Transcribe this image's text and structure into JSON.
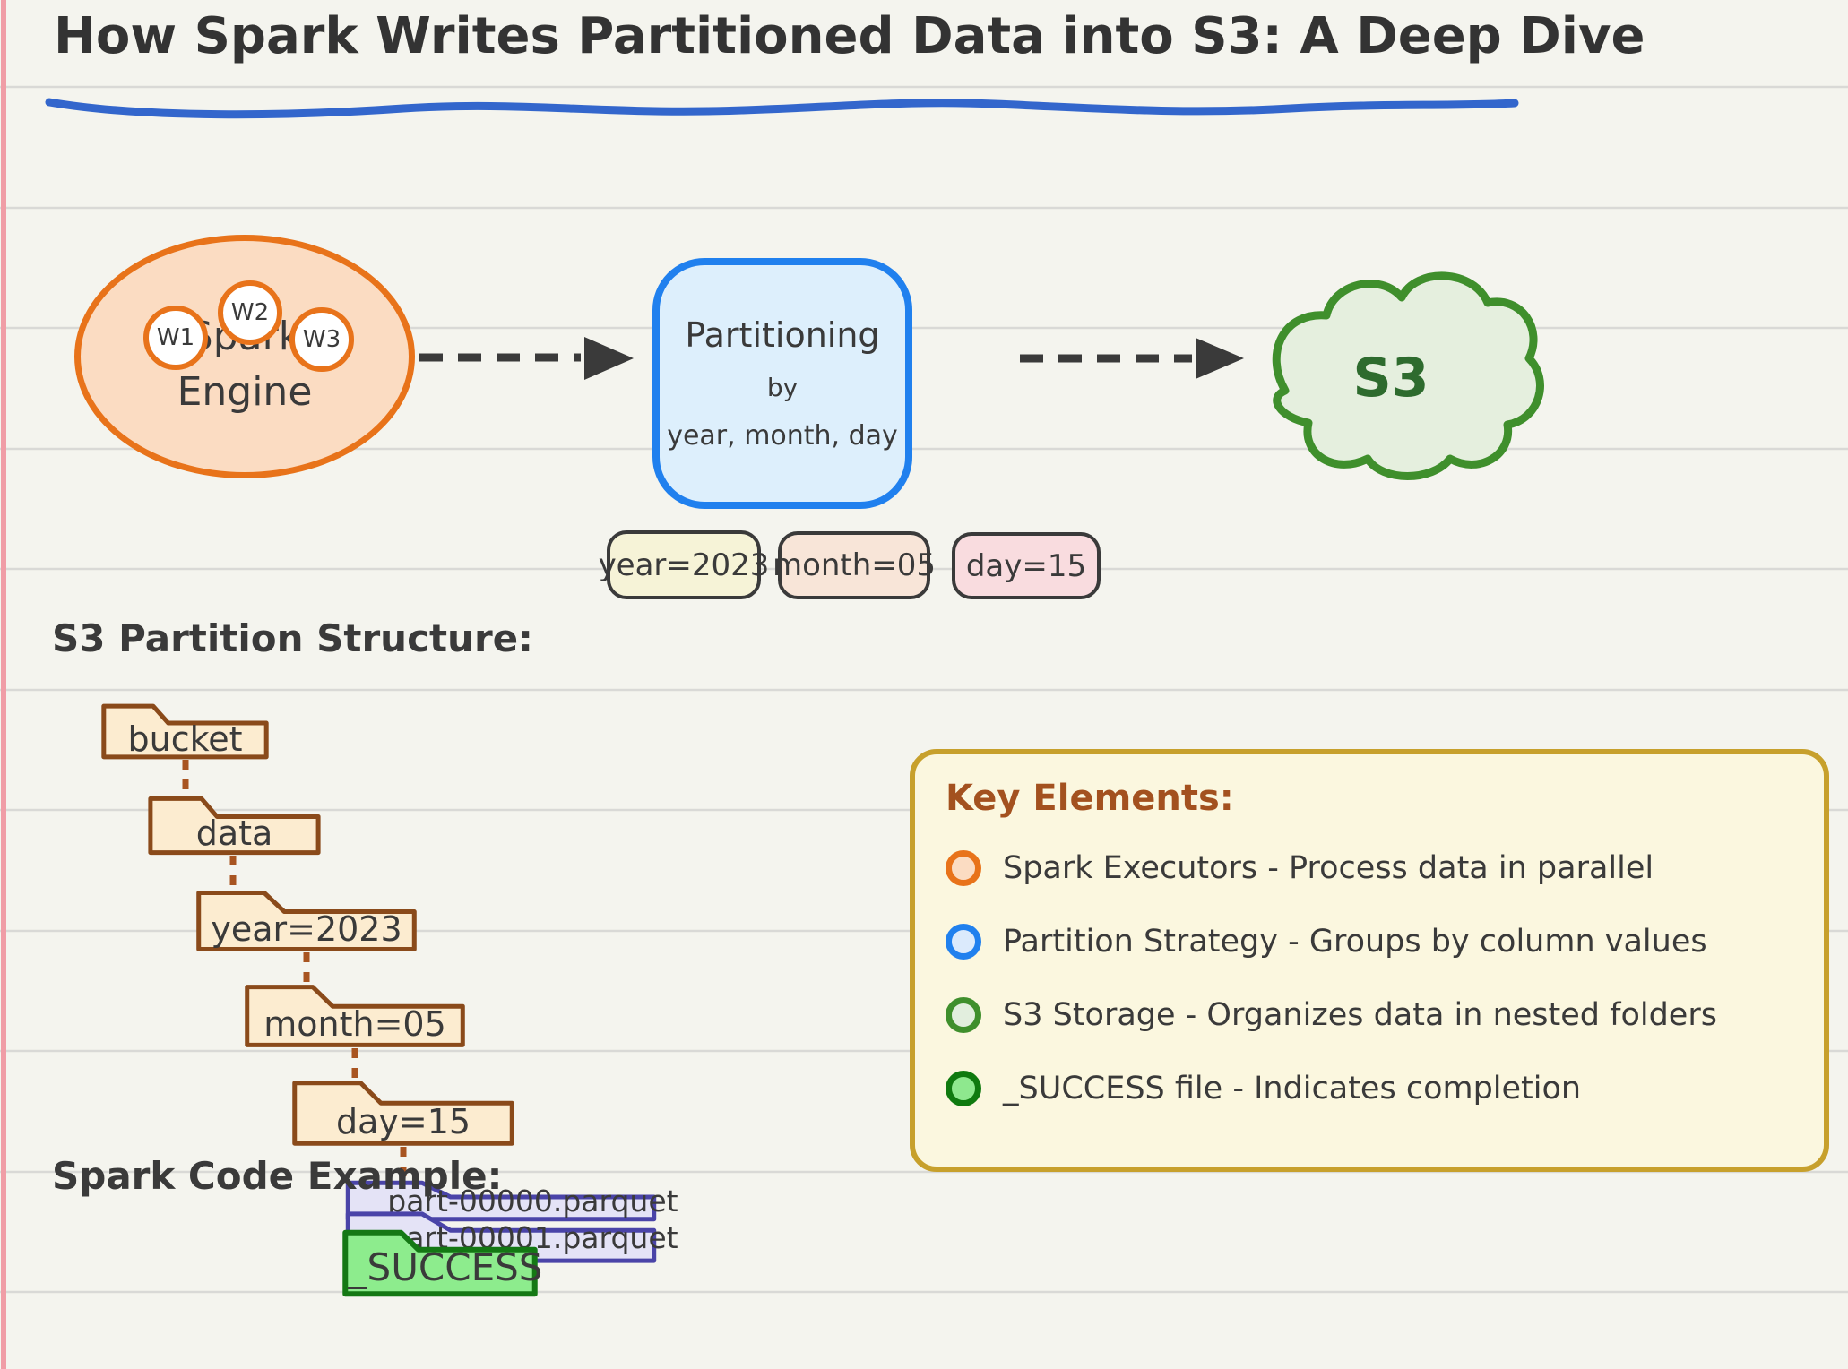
{
  "title": "How Spark Writes Partitioned Data into S3: A Deep Dive",
  "flow": {
    "spark_engine": {
      "line1": "Spark",
      "line2": "Engine",
      "workers": [
        "W1",
        "W2",
        "W3"
      ]
    },
    "partitioning": {
      "line1": "Partitioning",
      "line2": "by",
      "line3": "year, month, day"
    },
    "s3": {
      "label": "S3"
    }
  },
  "partition_tags": [
    {
      "label": "year=2023",
      "fill": "#f6f3d7"
    },
    {
      "label": "month=05",
      "fill": "#f8e5d8"
    },
    {
      "label": "day=15",
      "fill": "#f9dcdf"
    }
  ],
  "sections": {
    "structure_heading": "S3 Partition Structure:",
    "code_heading": "Spark Code Example:"
  },
  "folder_tree": [
    "bucket",
    "data",
    "year=2023",
    "month=05",
    "day=15"
  ],
  "files": [
    {
      "label": "part-00000.parquet",
      "type": "parquet"
    },
    {
      "label": "part-00001.parquet",
      "type": "parquet"
    },
    {
      "label": "_SUCCESS",
      "type": "success"
    }
  ],
  "key_elements": {
    "heading": "Key Elements:",
    "items": [
      {
        "label": "Spark Executors - Process data in parallel",
        "fill": "#fbdcc2",
        "stroke": "#e8731a"
      },
      {
        "label": "Partition Strategy - Groups by column values",
        "fill": "#dbeafc",
        "stroke": "#2080ee"
      },
      {
        "label": "S3 Storage - Organizes data in nested folders",
        "fill": "#e2eede",
        "stroke": "#3f8f2c"
      },
      {
        "label": "_SUCCESS file - Indicates completion",
        "fill": "#8ee88e",
        "stroke": "#0f7a0f"
      }
    ]
  },
  "colors": {
    "page_background": "#f4f4ee",
    "ruled_line": "#d9d9d6",
    "margin_line": "#f09da6",
    "title_text": "#333333",
    "title_underline": "#3366cc",
    "arrow": "#3a3a3a",
    "spark_orange": "#e8731a",
    "spark_fill": "#fbdcc2",
    "partition_blue": "#2080ee",
    "partition_fill": "#ddeffc",
    "s3_green": "#3f8f2c",
    "s3_fill": "#e5efde",
    "s3_text": "#2e6b2e",
    "folder_brown": "#8a4a1a",
    "folder_fill": "#fcecd0",
    "connector_brown": "#a85420",
    "key_box_fill": "#fbf7df",
    "key_box_border": "#c7a02c",
    "key_heading": "#a3511f",
    "parquet_purple": "#4a44a8",
    "parquet_fill": "#e4e3f6",
    "success_green": "#147814",
    "success_fill": "#8dec8d"
  }
}
